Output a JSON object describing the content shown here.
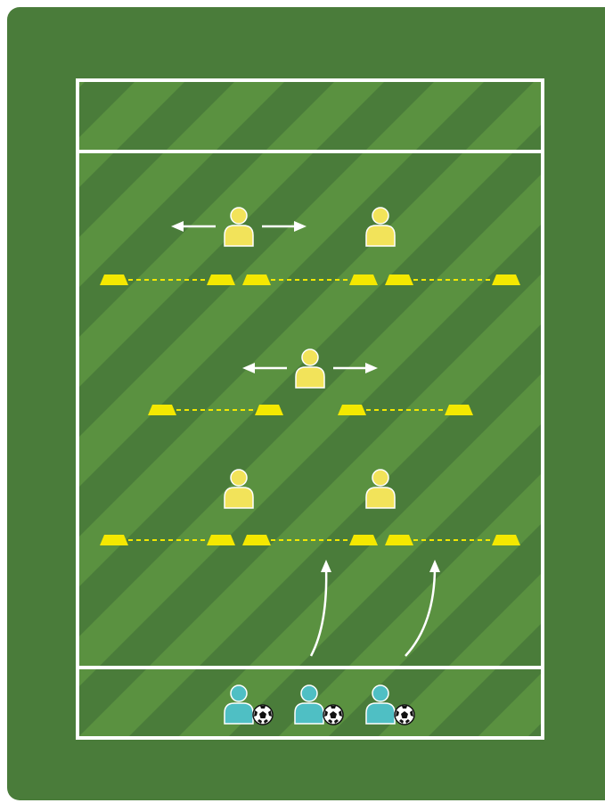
{
  "colors": {
    "pitch_dark": "#4a7c3a",
    "stripe_light": "#5a9140",
    "lines": "#ffffff",
    "defender": "#f2e35a",
    "attacker": "#4fbfc4",
    "cone": "#f4e800",
    "arrow": "#ffffff",
    "ball_white": "#ffffff",
    "ball_black": "#111111"
  },
  "drill": {
    "zones": [
      "end-zone-top",
      "playing-area",
      "start-zone-bottom"
    ],
    "defenders": [
      {
        "id": "defender-top-left",
        "lateral_movement": true
      },
      {
        "id": "defender-top-right",
        "lateral_movement": false
      },
      {
        "id": "defender-middle",
        "lateral_movement": true
      },
      {
        "id": "defender-lower-left",
        "lateral_movement": false
      },
      {
        "id": "defender-lower-right",
        "lateral_movement": false
      }
    ],
    "gates": [
      {
        "id": "gate-row1-left",
        "row": 1
      },
      {
        "id": "gate-row1-center",
        "row": 1
      },
      {
        "id": "gate-row1-right",
        "row": 1
      },
      {
        "id": "gate-row2-left",
        "row": 2
      },
      {
        "id": "gate-row2-right",
        "row": 2
      },
      {
        "id": "gate-row3-left",
        "row": 3
      },
      {
        "id": "gate-row3-center",
        "row": 3
      },
      {
        "id": "gate-row3-right",
        "row": 3
      }
    ],
    "attackers": [
      {
        "id": "attacker-1",
        "has_ball": true
      },
      {
        "id": "attacker-2",
        "has_ball": true
      },
      {
        "id": "attacker-3",
        "has_ball": true
      }
    ],
    "dribble_runs": [
      {
        "id": "run-arrow-1"
      },
      {
        "id": "run-arrow-2"
      }
    ]
  }
}
